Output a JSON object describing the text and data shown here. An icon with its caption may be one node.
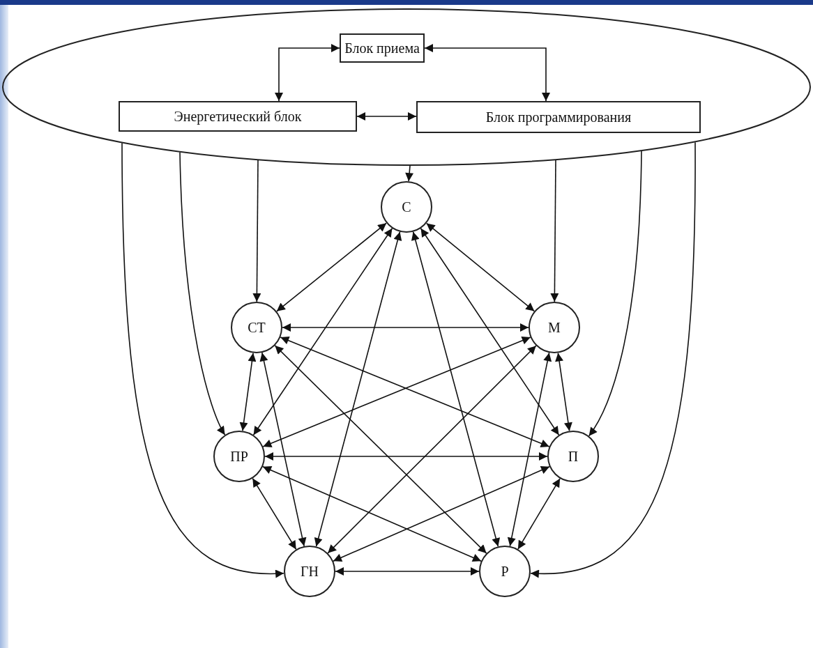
{
  "diagram": {
    "nodes": [
      {
        "text": [],
        "shape": "ellipse"
      },
      {
        "text": [
          "Блок приема"
        ],
        "in": 0
      },
      {
        "text": [
          "Энергетический блок"
        ],
        "in": 0
      },
      {
        "text": [
          "Блок программирования"
        ],
        "in": 0
      },
      {
        "text": [
          "С"
        ]
      },
      {
        "text": [
          "СТ"
        ]
      },
      {
        "text": [
          "М"
        ]
      },
      {
        "text": [
          "ПР"
        ]
      },
      {
        "text": [
          "П"
        ]
      },
      {
        "text": [
          "ГН"
        ]
      },
      {
        "text": [
          "Р"
        ]
      }
    ],
    "edges": [
      {
        "from": 1,
        "to": 2,
        "arrow": "both"
      },
      {
        "from": 1,
        "to": 3,
        "arrow": "both"
      },
      {
        "from": 2,
        "to": 3,
        "arrow": "both"
      },
      {
        "from": 0,
        "to": 9,
        "arrow": "to"
      },
      {
        "from": 0,
        "to": 7,
        "arrow": "to"
      },
      {
        "from": 0,
        "to": 5,
        "arrow": "to"
      },
      {
        "from": 0,
        "to": 4,
        "arrow": "to"
      },
      {
        "from": 0,
        "to": 6,
        "arrow": "to"
      },
      {
        "from": 0,
        "to": 8,
        "arrow": "to"
      },
      {
        "from": 0,
        "to": 10,
        "arrow": "to"
      },
      {
        "from": 4,
        "to": 5,
        "arrow": "both"
      },
      {
        "from": 4,
        "to": 6,
        "arrow": "both"
      },
      {
        "from": 4,
        "to": 7,
        "arrow": "both"
      },
      {
        "from": 4,
        "to": 8,
        "arrow": "both"
      },
      {
        "from": 4,
        "to": 9,
        "arrow": "both"
      },
      {
        "from": 4,
        "to": 10,
        "arrow": "both"
      },
      {
        "from": 5,
        "to": 6,
        "arrow": "both"
      },
      {
        "from": 5,
        "to": 7,
        "arrow": "both"
      },
      {
        "from": 5,
        "to": 8,
        "arrow": "both"
      },
      {
        "from": 5,
        "to": 9,
        "arrow": "both"
      },
      {
        "from": 5,
        "to": 10,
        "arrow": "both"
      },
      {
        "from": 6,
        "to": 7,
        "arrow": "both"
      },
      {
        "from": 6,
        "to": 8,
        "arrow": "both"
      },
      {
        "from": 6,
        "to": 9,
        "arrow": "both"
      },
      {
        "from": 6,
        "to": 10,
        "arrow": "both"
      },
      {
        "from": 7,
        "to": 8,
        "arrow": "both"
      },
      {
        "from": 7,
        "to": 9,
        "arrow": "both"
      },
      {
        "from": 7,
        "to": 10,
        "arrow": "both"
      },
      {
        "from": 8,
        "to": 9,
        "arrow": "both"
      },
      {
        "from": 8,
        "to": 10,
        "arrow": "both"
      },
      {
        "from": 9,
        "to": 10,
        "arrow": "both"
      }
    ]
  }
}
